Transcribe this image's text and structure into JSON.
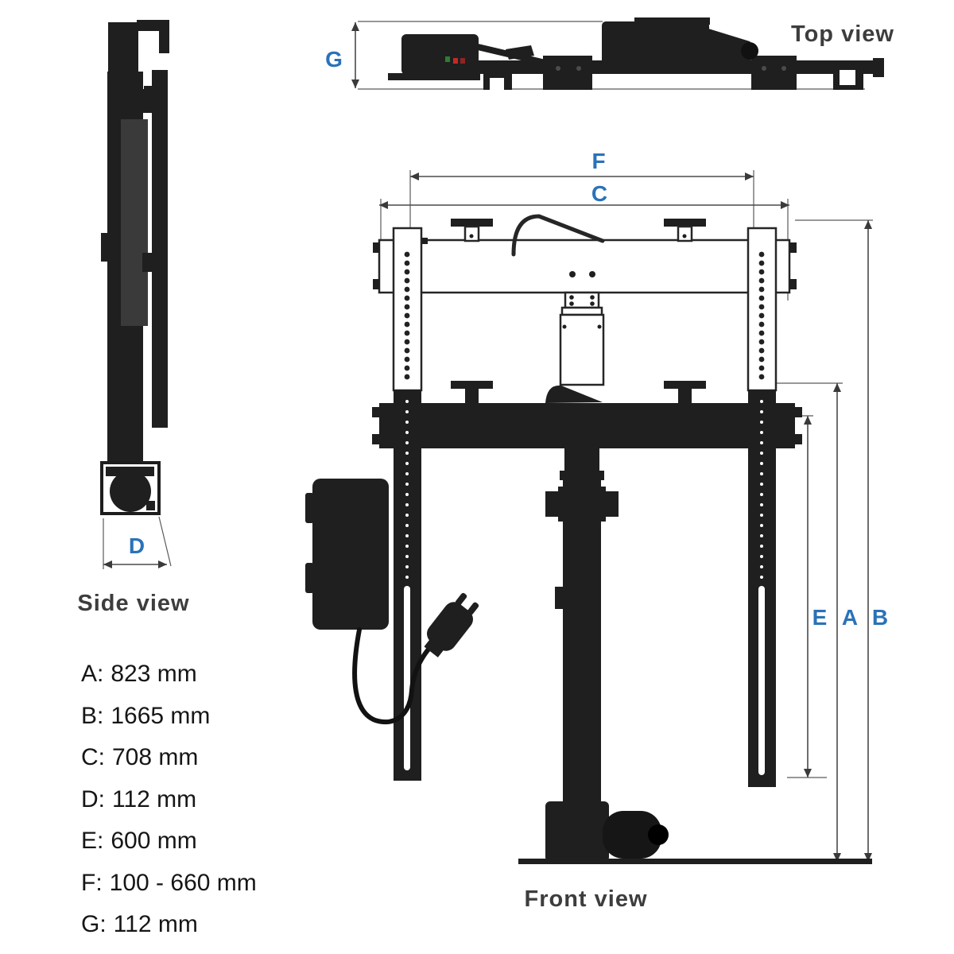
{
  "colors": {
    "label_blue": "#2b72b8",
    "caption_gray": "#3d3d3d",
    "ink": "#1f1f1f",
    "led_green": "#2e7d32",
    "led_red": "#c62828",
    "led_darkred": "#8e2424"
  },
  "views": {
    "top": {
      "caption": "Top view",
      "dim_label": "G"
    },
    "side": {
      "caption": "Side view",
      "dim_label": "D"
    },
    "front": {
      "caption": "Front view",
      "dim_labels": {
        "f": "F",
        "c": "C",
        "e": "E",
        "a": "A",
        "b": "B"
      }
    }
  },
  "specs": [
    {
      "label": "A:",
      "value": "823 mm"
    },
    {
      "label": "B:",
      "value": "1665 mm"
    },
    {
      "label": "C:",
      "value": "708 mm"
    },
    {
      "label": "D:",
      "value": "112 mm"
    },
    {
      "label": "E:",
      "value": "600 mm"
    },
    {
      "label": "F:",
      "value": "100 - 660 mm"
    },
    {
      "label": "G:",
      "value": "112 mm"
    }
  ]
}
